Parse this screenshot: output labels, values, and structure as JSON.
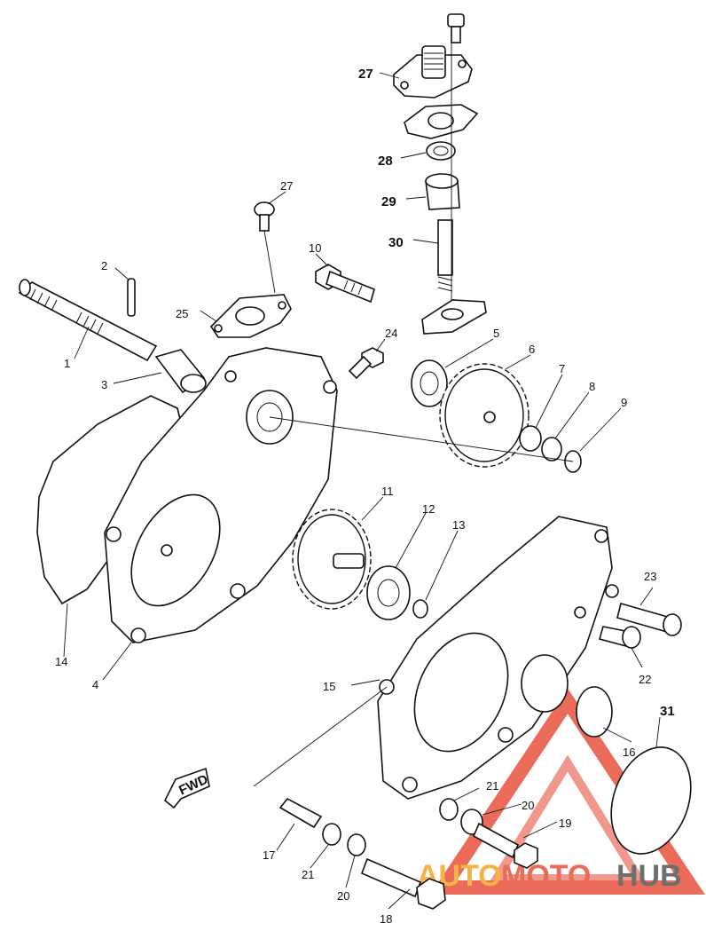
{
  "labels": {
    "p1": "1",
    "p2": "2",
    "p3": "3",
    "p4": "4",
    "p5": "5",
    "p6": "6",
    "p7": "7",
    "p8": "8",
    "p9": "9",
    "p10": "10",
    "p11": "11",
    "p12": "12",
    "p13": "13",
    "p14": "14",
    "p15": "15",
    "p16": "16",
    "p17": "17",
    "p18": "18",
    "p19": "19",
    "p20a": "20",
    "p20b": "20",
    "p21a": "21",
    "p21b": "21",
    "p22": "22",
    "p23": "23",
    "p24": "24",
    "p25": "25",
    "p27a": "27",
    "p27b": "27",
    "p28": "28",
    "p29": "29",
    "p30": "30",
    "p31": "31"
  },
  "fwd_text": "FWD",
  "watermark": {
    "part1": "AUTO",
    "part2": "MOTO",
    "part3": "HUB",
    "color_red": "#e8523f",
    "color_orange": "#f5a623",
    "color_gray": "#555555"
  }
}
